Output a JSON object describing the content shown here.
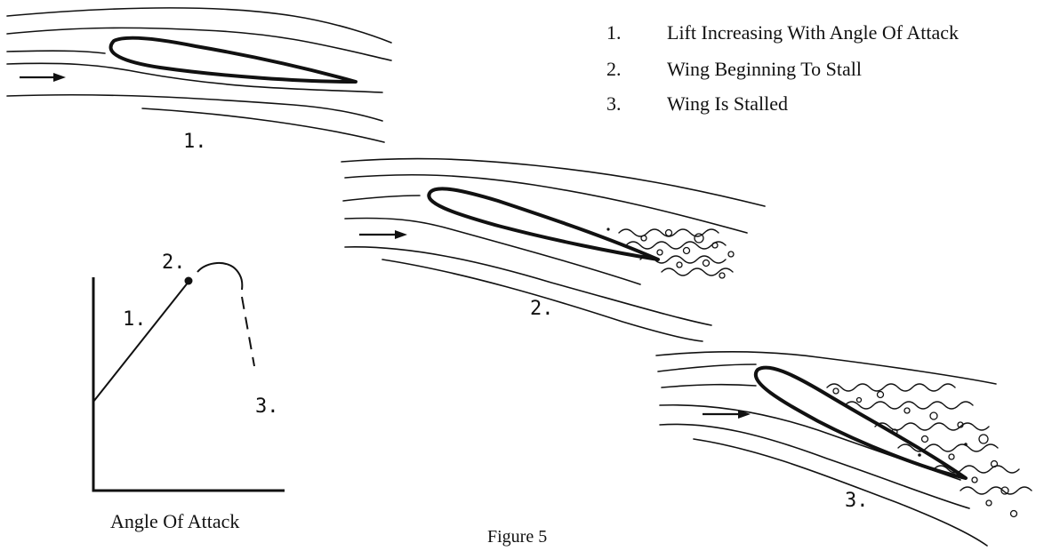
{
  "legend": [
    {
      "number": "1.",
      "text": "Lift Increasing With Angle Of Attack"
    },
    {
      "number": "2.",
      "text": "Wing Beginning To Stall"
    },
    {
      "number": "3.",
      "text": "Wing Is Stalled"
    }
  ],
  "panel_labels": {
    "p1": "1.",
    "p2": "2.",
    "p3": "3."
  },
  "graph": {
    "xlabel": "Angle Of Attack",
    "point_labels": {
      "p1": "1.",
      "p2": "2.",
      "p3": "3."
    }
  },
  "caption": "Figure 5"
}
